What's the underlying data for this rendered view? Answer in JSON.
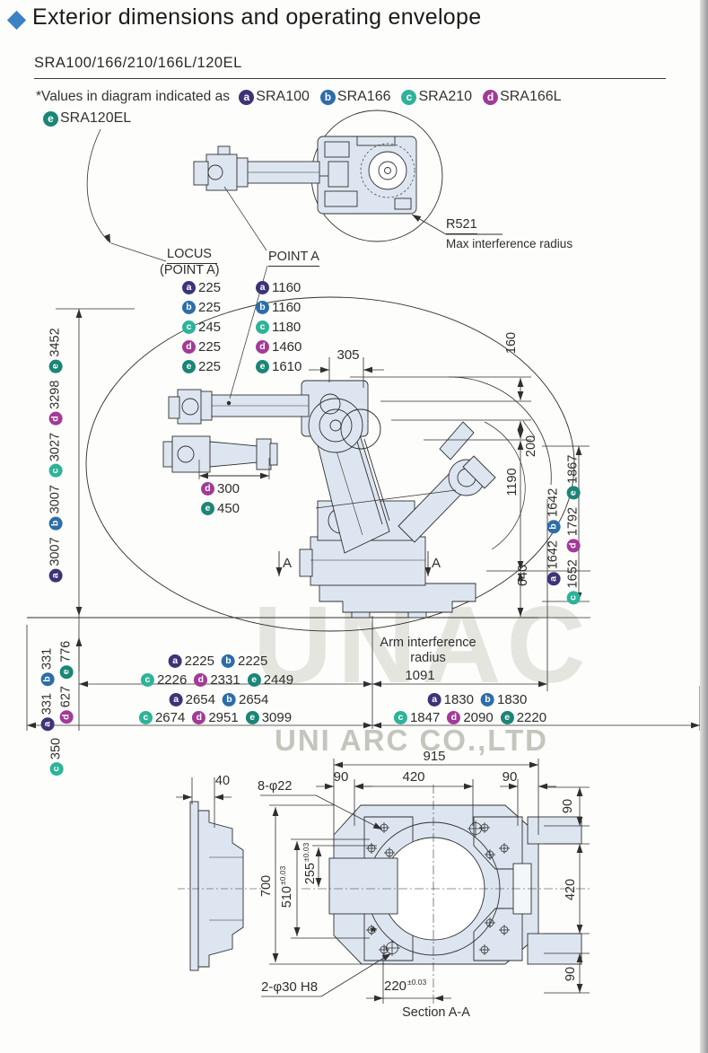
{
  "page": {
    "title": "Exterior dimensions and operating envelope",
    "models": "SRA100/166/210/166L/120EL",
    "note_prefix": "*Values in diagram indicated as",
    "watermark_big": "UNAC",
    "watermark_small": "UNI ARC CO.,LTD"
  },
  "colors": {
    "a": "#3c3478",
    "b": "#2d6da8",
    "c": "#2eb398",
    "d": "#a23a97",
    "e": "#1b8576",
    "accent": "#3b82c4",
    "drawing_fill": "#dde6f0",
    "line": "#2f2f2f"
  },
  "legend": [
    {
      "k": "a",
      "v": "SRA100"
    },
    {
      "k": "b",
      "v": "SRA166"
    },
    {
      "k": "c",
      "v": "SRA210"
    },
    {
      "k": "d",
      "v": "SRA166L"
    }
  ],
  "legend2": [
    {
      "k": "e",
      "v": "SRA120EL"
    }
  ],
  "labels": {
    "r521": "R521",
    "max_interference": "Max interference radius",
    "locus_line1": "LOCUS",
    "locus_line2": "(POINT A)",
    "point_a": "POINT A",
    "arm_interference_1": "Arm interference",
    "arm_interference_2": "radius",
    "arm_interference_value": "1091",
    "section_caption": "Section A-A",
    "section_marker": "A",
    "star": "★",
    "dim_305": "305",
    "dim_160": "160",
    "dim_200": "200",
    "dim_1190": "1190",
    "dim_640": "640",
    "dim_40": "40",
    "dim_915": "915",
    "dim_90": "90",
    "dim_420": "420",
    "dim_700": "700",
    "dim_510": "510",
    "dim_255": "255",
    "dim_220": "220",
    "tol": "±0.03",
    "holes_8": "8-φ22",
    "holes_2": "2-φ30 H8"
  },
  "dim_groups": {
    "locus_values": [
      {
        "k": "a",
        "v": "225"
      },
      {
        "k": "b",
        "v": "225"
      },
      {
        "k": "c",
        "v": "245"
      },
      {
        "k": "d",
        "v": "225"
      },
      {
        "k": "e",
        "v": "225"
      }
    ],
    "point_a_values": [
      {
        "k": "a",
        "v": "1160"
      },
      {
        "k": "b",
        "v": "1160"
      },
      {
        "k": "c",
        "v": "1180"
      },
      {
        "k": "d",
        "v": "1460"
      },
      {
        "k": "e",
        "v": "1610"
      }
    ],
    "height_left": [
      {
        "k": "a",
        "v": "3007"
      },
      {
        "k": "b",
        "v": "3007"
      },
      {
        "k": "c",
        "v": "3027"
      },
      {
        "k": "d",
        "v": "3298"
      },
      {
        "k": "e",
        "v": "3452"
      }
    ],
    "wrist_d": [
      {
        "k": "d",
        "v": "300"
      }
    ],
    "wrist_e": [
      {
        "k": "e",
        "v": "450"
      }
    ],
    "right_inner": [
      {
        "k": "a",
        "v": "1642"
      },
      {
        "k": "b",
        "v": "1642"
      }
    ],
    "right_outer": [
      {
        "k": "c",
        "v": "1652"
      },
      {
        "k": "d",
        "v": "1792"
      },
      {
        "k": "e",
        "v": "1867"
      }
    ],
    "reach_row1": [
      {
        "k": "a",
        "v": "2225"
      },
      {
        "k": "b",
        "v": "2225"
      }
    ],
    "reach_row2": [
      {
        "k": "c",
        "v": "2226"
      },
      {
        "k": "d",
        "v": "2331"
      },
      {
        "k": "e",
        "v": "2449"
      }
    ],
    "reach_row3": [
      {
        "k": "a",
        "v": "2654"
      },
      {
        "k": "b",
        "v": "2654"
      }
    ],
    "reach_row4": [
      {
        "k": "c",
        "v": "2674"
      },
      {
        "k": "d",
        "v": "2951"
      },
      {
        "k": "e",
        "v": "3099"
      }
    ],
    "arm_row1": [
      {
        "k": "a",
        "v": "1830"
      },
      {
        "k": "b",
        "v": "1830"
      }
    ],
    "arm_row2": [
      {
        "k": "c",
        "v": "1847"
      },
      {
        "k": "d",
        "v": "2090"
      },
      {
        "k": "e",
        "v": "2220"
      }
    ],
    "below_inner": [
      {
        "k": "a",
        "v": "331"
      },
      {
        "k": "b",
        "v": "331"
      }
    ],
    "below_outer": [
      {
        "k": "d",
        "v": "627"
      },
      {
        "k": "e",
        "v": "776"
      }
    ],
    "below_c": [
      {
        "k": "c",
        "v": "350"
      }
    ]
  }
}
